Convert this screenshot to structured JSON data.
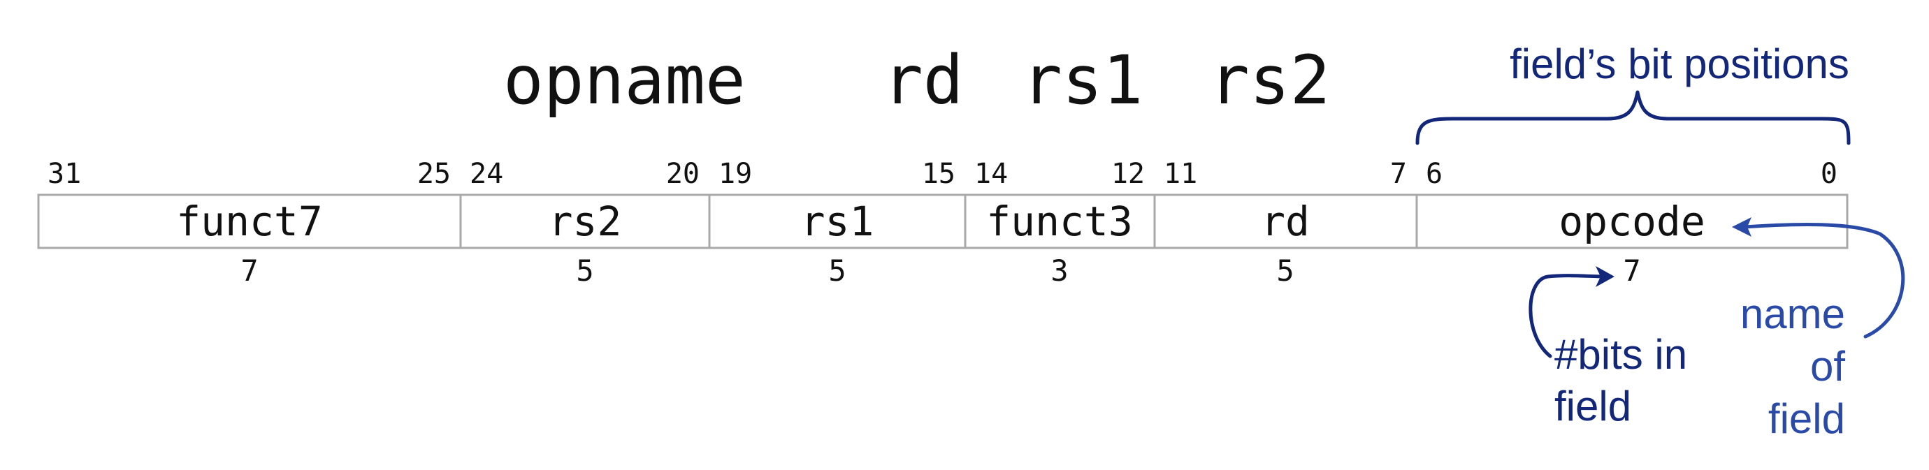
{
  "instruction": {
    "parts": [
      "opname",
      "rd",
      "rs1",
      "rs2"
    ]
  },
  "fields": [
    {
      "name": "funct7",
      "hi": "31",
      "lo": "25",
      "bits": "7"
    },
    {
      "name": "rs2",
      "hi": "24",
      "lo": "20",
      "bits": "5"
    },
    {
      "name": "rs1",
      "hi": "19",
      "lo": "15",
      "bits": "5"
    },
    {
      "name": "funct3",
      "hi": "14",
      "lo": "12",
      "bits": "3"
    },
    {
      "name": "rd",
      "hi": "11",
      "lo": "7",
      "bits": "5"
    },
    {
      "name": "opcode",
      "hi": "6",
      "lo": "0",
      "bits": "7"
    }
  ],
  "annotations": {
    "bit_positions": "field’s bit positions",
    "bits_in_field": [
      "#bits in",
      "field"
    ],
    "name_of_field": [
      "name",
      "of",
      "field"
    ]
  },
  "colors": {
    "dark_navy": "#13277a",
    "medium_blue": "#2a4aa8",
    "box_stroke": "#a9a9a9",
    "text": "#111111"
  }
}
